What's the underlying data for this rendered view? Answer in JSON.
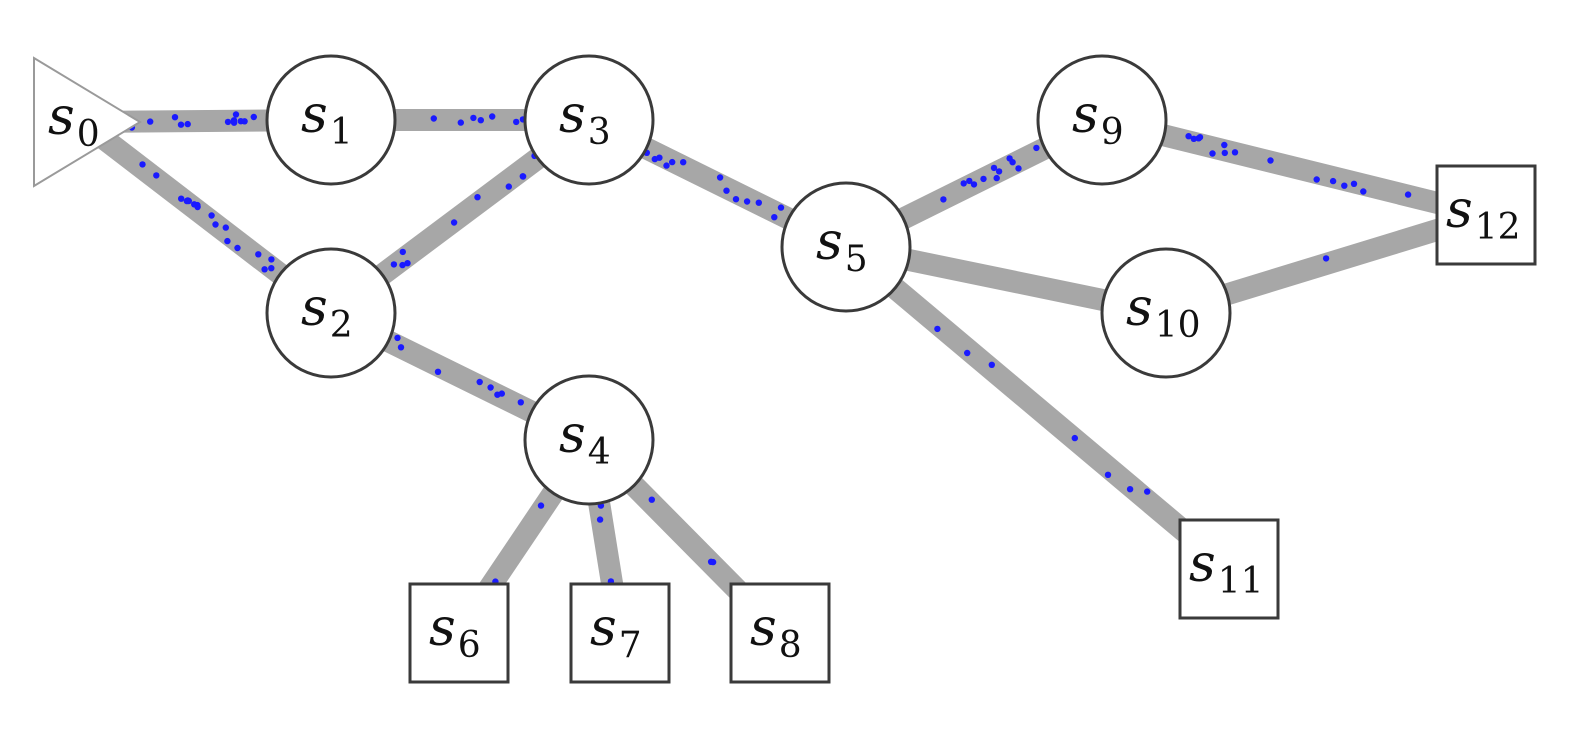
{
  "diagram": {
    "nodes": [
      {
        "id": "s0",
        "base": "s",
        "sub": "0",
        "shape": "triangle"
      },
      {
        "id": "s1",
        "base": "s",
        "sub": "1",
        "shape": "circle"
      },
      {
        "id": "s2",
        "base": "s",
        "sub": "2",
        "shape": "circle"
      },
      {
        "id": "s3",
        "base": "s",
        "sub": "3",
        "shape": "circle"
      },
      {
        "id": "s4",
        "base": "s",
        "sub": "4",
        "shape": "circle"
      },
      {
        "id": "s5",
        "base": "s",
        "sub": "5",
        "shape": "circle"
      },
      {
        "id": "s6",
        "base": "s",
        "sub": "6",
        "shape": "square"
      },
      {
        "id": "s7",
        "base": "s",
        "sub": "7",
        "shape": "square"
      },
      {
        "id": "s8",
        "base": "s",
        "sub": "8",
        "shape": "square"
      },
      {
        "id": "s9",
        "base": "s",
        "sub": "9",
        "shape": "circle"
      },
      {
        "id": "s10",
        "base": "s",
        "sub": "10",
        "shape": "circle"
      },
      {
        "id": "s11",
        "base": "s",
        "sub": "11",
        "shape": "square"
      },
      {
        "id": "s12",
        "base": "s",
        "sub": "12",
        "shape": "square"
      }
    ],
    "edges": [
      {
        "from": "s0",
        "to": "s1",
        "dots": 14
      },
      {
        "from": "s0",
        "to": "s2",
        "dots": 18
      },
      {
        "from": "s1",
        "to": "s3",
        "dots": 8
      },
      {
        "from": "s2",
        "to": "s3",
        "dots": 10
      },
      {
        "from": "s2",
        "to": "s4",
        "dots": 9
      },
      {
        "from": "s3",
        "to": "s5",
        "dots": 16
      },
      {
        "from": "s4",
        "to": "s6",
        "dots": 2
      },
      {
        "from": "s4",
        "to": "s7",
        "dots": 3
      },
      {
        "from": "s4",
        "to": "s8",
        "dots": 4
      },
      {
        "from": "s5",
        "to": "s9",
        "dots": 12
      },
      {
        "from": "s5",
        "to": "s10",
        "dots": 0
      },
      {
        "from": "s5",
        "to": "s11",
        "dots": 7
      },
      {
        "from": "s9",
        "to": "s12",
        "dots": 15
      },
      {
        "from": "s10",
        "to": "s12",
        "dots": 1
      }
    ],
    "colors": {
      "edge": "#a7a7a7",
      "dot": "#1a1aff",
      "node_stroke": "#3a3a3a"
    }
  }
}
